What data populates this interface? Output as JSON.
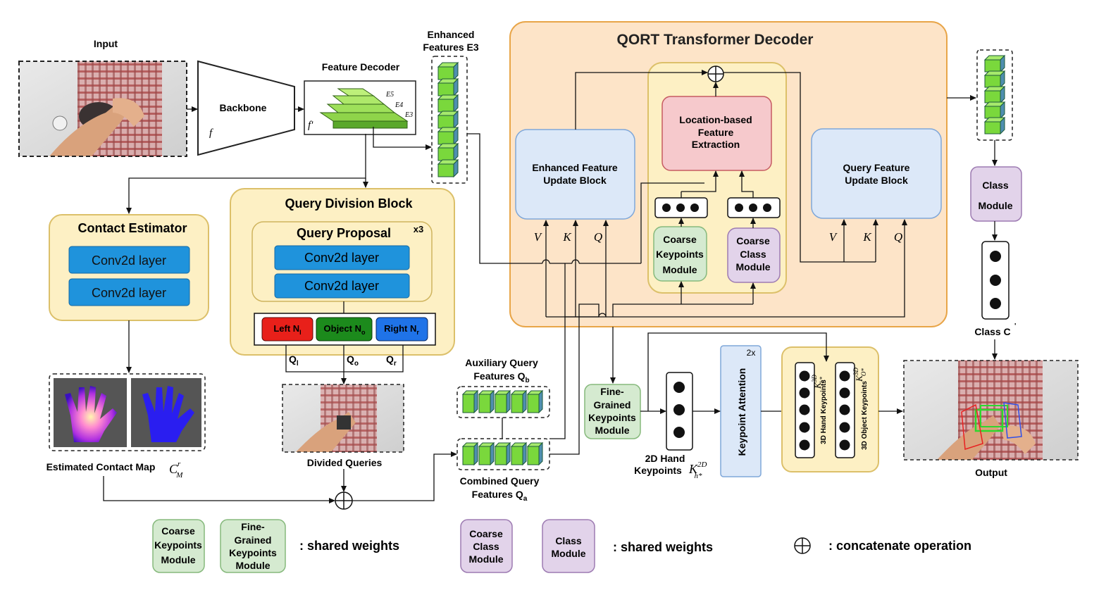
{
  "input": {
    "label": "Input"
  },
  "backbone": {
    "label": "Backbone",
    "symbol": "f"
  },
  "feature_decoder": {
    "label": "Feature Decoder",
    "symbol": "f'",
    "levels": [
      "E5",
      "E4",
      "E3"
    ]
  },
  "enhanced_features": {
    "label_line1": "Enhanced",
    "label_line2": "Features E3"
  },
  "qort": {
    "title": "QORT Transformer Decoder"
  },
  "enhanced_update": {
    "line1": "Enhanced Feature",
    "line2": "Update Block",
    "inputs": [
      "V",
      "K",
      "Q"
    ]
  },
  "location_extraction": {
    "line1": "Location-based",
    "line2": "Feature",
    "line3": "Extraction"
  },
  "coarse_keypoints": {
    "line1": "Coarse",
    "line2": "Keypoints",
    "line3": "Module"
  },
  "coarse_class": {
    "line1": "Coarse",
    "line2": "Class",
    "line3": "Module"
  },
  "query_update": {
    "line1": "Query Feature",
    "line2": "Update Block",
    "inputs": [
      "V",
      "K",
      "Q"
    ]
  },
  "contact_estimator": {
    "title": "Contact Estimator",
    "layers": [
      "Conv2d layer",
      "Conv2d layer"
    ]
  },
  "query_division": {
    "title": "Query Division Block"
  },
  "query_proposal": {
    "title": "Query Proposal",
    "repeat": "x3",
    "layers": [
      "Conv2d layer",
      "Conv2d layer"
    ]
  },
  "split": {
    "left": "Left N",
    "left_sub": "l",
    "object": "Object N",
    "object_sub": "o",
    "right": "Right N",
    "right_sub": "r"
  },
  "queries": {
    "ql": "Q",
    "ql_sub": "l",
    "qo": "Q",
    "qo_sub": "o",
    "qr": "Q",
    "qr_sub": "r"
  },
  "divided_queries": {
    "label": "Divided Queries"
  },
  "contact_map": {
    "label": "Estimated Contact Map",
    "symbol": "C",
    "symbol_sup": "r",
    "symbol_sub": "M"
  },
  "aux_query": {
    "line1": "Auxiliary Query",
    "line2": "Features Q",
    "sub": "b"
  },
  "combined_query": {
    "line1": "Combined Query",
    "line2": "Features Q",
    "sub": "a"
  },
  "fine_grained": {
    "line1": "Fine-",
    "line2": "Grained",
    "line3": "Keypoints",
    "line4": "Module"
  },
  "hand_2d": {
    "line1": "2D Hand",
    "line2": "Keypoints",
    "symbol": "K",
    "sup": "2D",
    "sub": "h*"
  },
  "keypoint_attention": {
    "label": "Keypoint Attention",
    "repeat": "2x"
  },
  "hand_3d": {
    "label": "3D Hand Keypoints",
    "symbol": "K",
    "sup": "3D",
    "sub": "h*"
  },
  "object_3d": {
    "label": "3D Object Keypoints",
    "symbol": "K",
    "sup": "3D",
    "sub": "O*"
  },
  "class_module": {
    "line1": "Class",
    "line2": "Module"
  },
  "class_c": {
    "label": "Class C"
  },
  "output": {
    "label": "Output"
  },
  "legend": {
    "coarse_kp": {
      "line1": "Coarse",
      "line2": "Keypoints",
      "line3": "Module"
    },
    "fine_kp": {
      "line1": "Fine-",
      "line2": "Grained",
      "line3": "Keypoints",
      "line4": "Module"
    },
    "shared1": ": shared weights",
    "coarse_cls": {
      "line1": "Coarse",
      "line2": "Class",
      "line3": "Module"
    },
    "class_mod": {
      "line1": "Class",
      "line2": "Module"
    },
    "shared2": ": shared weights",
    "concat": ": concatenate operation"
  },
  "colors": {
    "peach_fill": "#fde4c8",
    "peach_stroke": "#e8a548",
    "cream_fill": "#fdf0c4",
    "cream_stroke": "#dcc06a",
    "blue_fill": "#dce8f8",
    "blue_stroke": "#7fa7d9",
    "pink_fill": "#f6c9cc",
    "pink_stroke": "#c65b62",
    "green_fill": "#d5ead0",
    "green_stroke": "#86b97c",
    "purple_fill": "#e2d3ea",
    "purple_stroke": "#9d7bb2",
    "conv_fill": "#1f93dc",
    "left_red": "#e8201a",
    "object_green": "#1c8a1c",
    "right_blue": "#1f73e8",
    "cube_green": "#7ad83c"
  }
}
